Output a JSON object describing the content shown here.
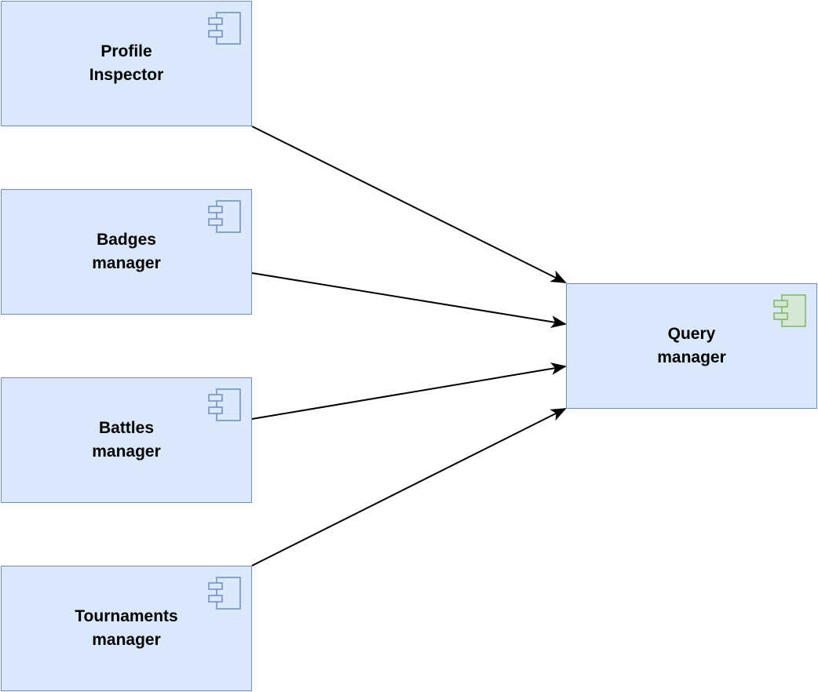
{
  "diagram": {
    "colors": {
      "node_fill": "#dae8fc",
      "node_stroke": "#6c8ebf",
      "icon_blue_fill": "#dae8fc",
      "icon_blue_stroke": "#6c8ebf",
      "icon_green_fill": "#d5e8d4",
      "icon_green_stroke": "#82b366",
      "edge_color": "#000000"
    },
    "nodes": [
      {
        "id": "profile",
        "label": "Profile\nInspector",
        "icon": "component-icon",
        "icon_color": "blue"
      },
      {
        "id": "badges",
        "label": "Badges\nmanager",
        "icon": "component-icon",
        "icon_color": "blue"
      },
      {
        "id": "battles",
        "label": "Battles\nmanager",
        "icon": "component-icon",
        "icon_color": "blue"
      },
      {
        "id": "tournaments",
        "label": "Tournaments\nmanager",
        "icon": "component-icon",
        "icon_color": "blue"
      },
      {
        "id": "query",
        "label": "Query\nmanager",
        "icon": "component-icon",
        "icon_color": "green"
      }
    ],
    "edges": [
      {
        "from": "profile",
        "to": "query"
      },
      {
        "from": "badges",
        "to": "query"
      },
      {
        "from": "battles",
        "to": "query"
      },
      {
        "from": "tournaments",
        "to": "query"
      }
    ]
  }
}
